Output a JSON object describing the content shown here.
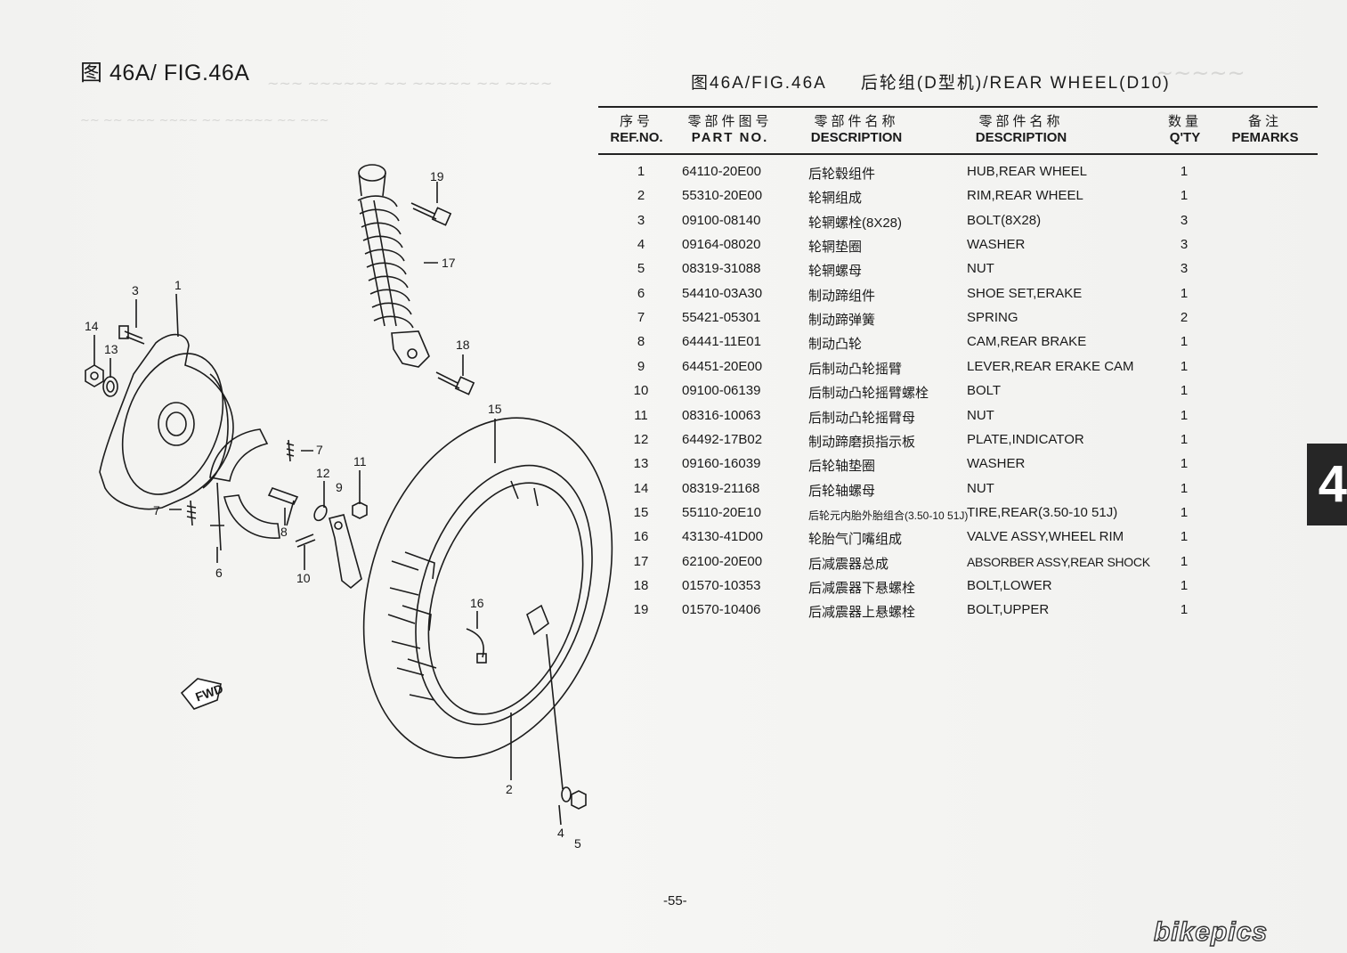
{
  "figure": {
    "title": "图 46A/ FIG.46A"
  },
  "header": {
    "fig": "图46A/FIG.46A",
    "title": "后轮组(D型机)/REAR WHEEL(D10)"
  },
  "columns": {
    "ref": {
      "cn": "序号",
      "en": "REF.NO."
    },
    "part": {
      "cn": "零部件图号",
      "en": "PART NO."
    },
    "desc_cn": {
      "cn": "零部件名称",
      "en": "DESCRIPTION"
    },
    "desc_en": {
      "cn": "零部件名称",
      "en": "DESCRIPTION"
    },
    "qty": {
      "cn": "数量",
      "en": "Q'TY"
    },
    "remarks": {
      "cn": "备注",
      "en": "PEMARKS"
    }
  },
  "parts": [
    {
      "ref": "1",
      "part_no": "64110-20E00",
      "cn": "后轮毂组件",
      "en": "HUB,REAR WHEEL",
      "qty": "1"
    },
    {
      "ref": "2",
      "part_no": "55310-20E00",
      "cn": "轮辋组成",
      "en": "RIM,REAR WHEEL",
      "qty": "1"
    },
    {
      "ref": "3",
      "part_no": "09100-08140",
      "cn": "轮辋螺栓(8X28)",
      "en": "BOLT(8X28)",
      "qty": "3"
    },
    {
      "ref": "4",
      "part_no": "09164-08020",
      "cn": "轮辋垫圈",
      "en": "WASHER",
      "qty": "3"
    },
    {
      "ref": "5",
      "part_no": "08319-31088",
      "cn": "轮辋螺母",
      "en": "NUT",
      "qty": "3"
    },
    {
      "ref": "6",
      "part_no": "54410-03A30",
      "cn": "制动蹄组件",
      "en": "SHOE SET,ERAKE",
      "qty": "1"
    },
    {
      "ref": "7",
      "part_no": "55421-05301",
      "cn": "制动蹄弹簧",
      "en": "SPRING",
      "qty": "2"
    },
    {
      "ref": "8",
      "part_no": "64441-11E01",
      "cn": "制动凸轮",
      "en": "CAM,REAR BRAKE",
      "qty": "1"
    },
    {
      "ref": "9",
      "part_no": "64451-20E00",
      "cn": "后制动凸轮摇臂",
      "en": "LEVER,REAR ERAKE CAM",
      "qty": "1"
    },
    {
      "ref": "10",
      "part_no": "09100-06139",
      "cn": "后制动凸轮摇臂螺栓",
      "en": "BOLT",
      "qty": "1"
    },
    {
      "ref": "11",
      "part_no": "08316-10063",
      "cn": "后制动凸轮摇臂母",
      "en": "NUT",
      "qty": "1"
    },
    {
      "ref": "12",
      "part_no": "64492-17B02",
      "cn": "制动蹄磨损指示板",
      "en": "PLATE,INDICATOR",
      "qty": "1"
    },
    {
      "ref": "13",
      "part_no": "09160-16039",
      "cn": "后轮轴垫圈",
      "en": "WASHER",
      "qty": "1"
    },
    {
      "ref": "14",
      "part_no": "08319-21168",
      "cn": "后轮轴螺母",
      "en": "NUT",
      "qty": "1"
    },
    {
      "ref": "15",
      "part_no": "55110-20E10",
      "cn": "后轮元内胎外胎组合(3.50-10 51J)",
      "en": "TIRE,REAR(3.50-10 51J)",
      "qty": "1",
      "small_cn": true
    },
    {
      "ref": "16",
      "part_no": "43130-41D00",
      "cn": "轮胎气门嘴组成",
      "en": "VALVE ASSY,WHEEL RIM",
      "qty": "1"
    },
    {
      "ref": "17",
      "part_no": "62100-20E00",
      "cn": "后减震器总成",
      "en": "ABSORBER ASSY,REAR SHOCK",
      "qty": "1",
      "small_en": true
    },
    {
      "ref": "18",
      "part_no": "01570-10353",
      "cn": "后减震器下悬螺栓",
      "en": "BOLT,LOWER",
      "qty": "1"
    },
    {
      "ref": "19",
      "part_no": "01570-10406",
      "cn": "后减震器上悬螺栓",
      "en": "BOLT,UPPER",
      "qty": "1"
    }
  ],
  "callouts": [
    "1",
    "2",
    "3",
    "4",
    "5",
    "6",
    "7",
    "7",
    "8",
    "9",
    "10",
    "11",
    "12",
    "13",
    "14",
    "15",
    "16",
    "17",
    "18",
    "19"
  ],
  "fwd_label": "FWD",
  "section_tab": "4",
  "page_number": "-55-",
  "watermark": "bikepics"
}
